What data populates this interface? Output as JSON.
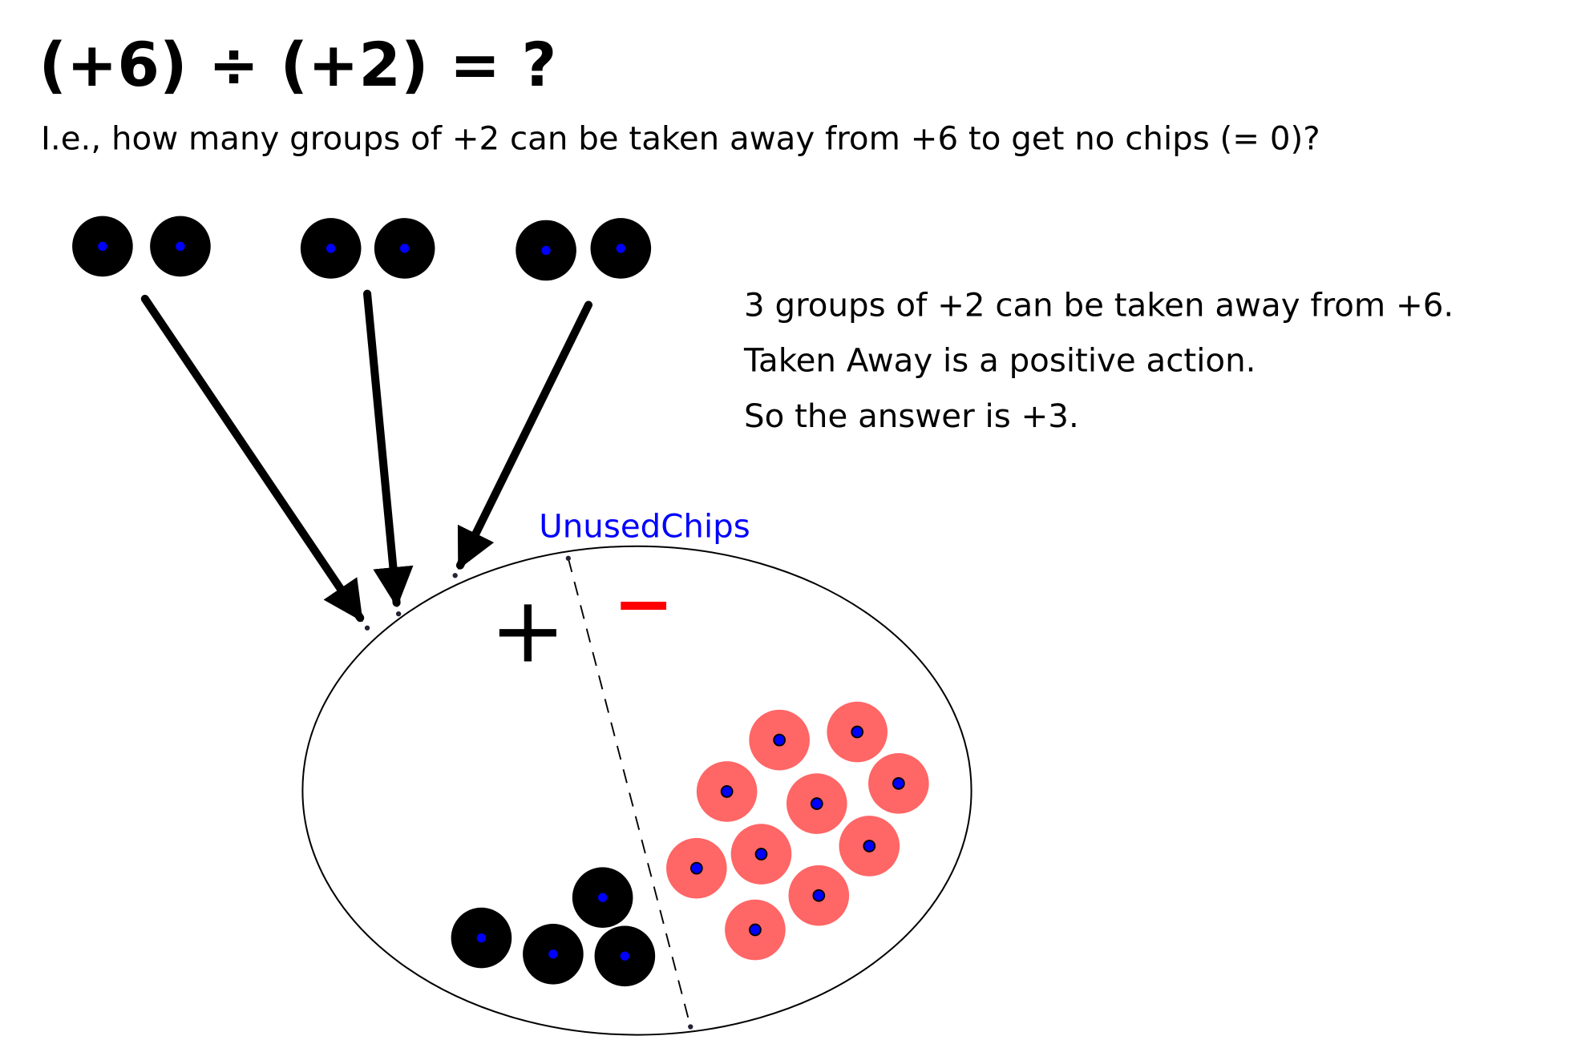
{
  "title": "(+6) ÷ (+2) = ?",
  "subtitle": "I.e., how many groups of +2 can be taken away from +6 to get no chips (= 0)?",
  "explanation": [
    "3 groups of +2 can be taken away from +6.",
    "Taken Away is a positive action.",
    "So the answer is +3."
  ],
  "region_label": "UnusedChips",
  "plus_sign": "+",
  "minus_sign": "−",
  "colors": {
    "positive_chip": "#000000",
    "negative_chip": "#ff6666",
    "chip_center": "#0000ff",
    "label": "#0000ff",
    "minus": "#ff0000"
  }
}
